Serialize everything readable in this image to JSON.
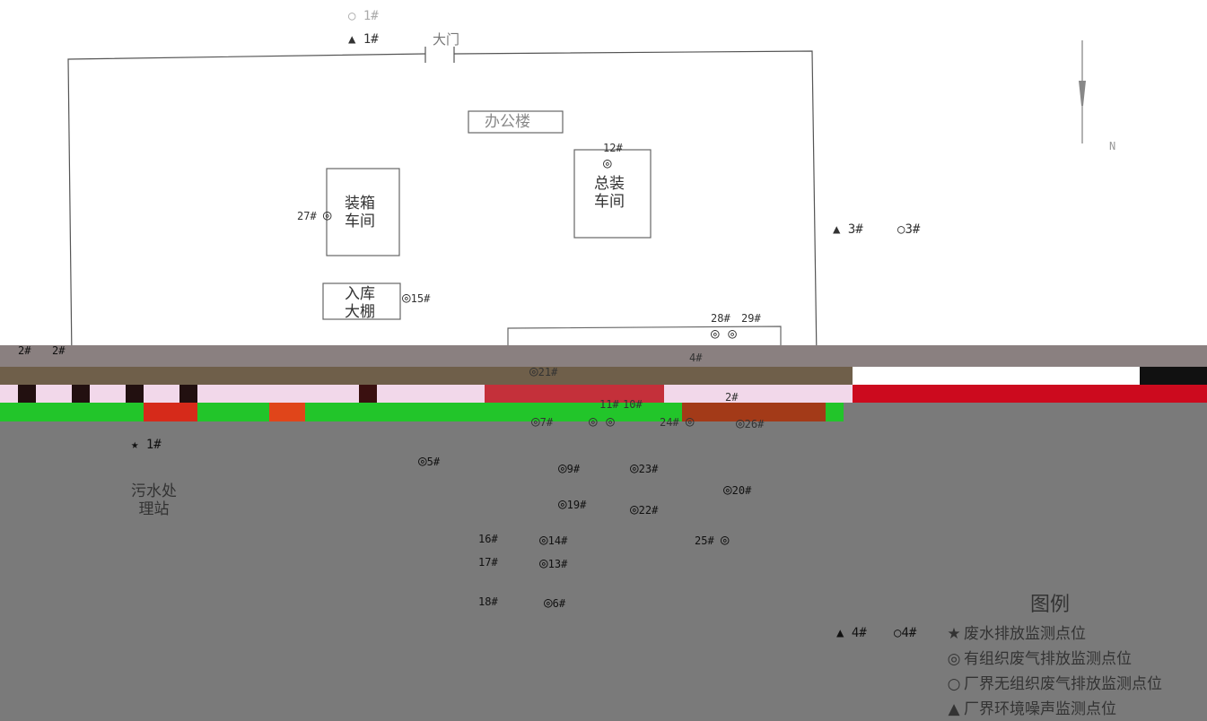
{
  "buildings": {
    "office": "办公楼",
    "assembly": "总装\n车间",
    "packing": "装箱\n车间",
    "warehouse": "入库\n大棚",
    "sewage": "污水处\n理站",
    "gate": "大门"
  },
  "points": {
    "noise_1": "1#",
    "noise_3": "3#",
    "noise_4": "4#",
    "noise_2": "2#",
    "circle_1": "1#",
    "circle_3": "3#",
    "circle_4": "4#",
    "circle_2": "2#",
    "star_1": "1#",
    "p12": "12#",
    "p27": "27#",
    "p15": "15#",
    "p28": "28#",
    "p29": "29#",
    "p21": "21#",
    "p7": "7#",
    "p10": "10#",
    "p11": "11#",
    "p24": "24#",
    "p26": "26#",
    "p5": "5#",
    "p9": "9#",
    "p23": "23#",
    "p20": "20#",
    "p19": "19#",
    "p22": "22#",
    "p16": "16#",
    "p14": "14#",
    "p25": "25#",
    "p17": "17#",
    "p13": "13#",
    "p18": "18#",
    "p6": "6#",
    "p4": "4#",
    "p2": "2#"
  },
  "legend": {
    "title": "图例",
    "items": [
      {
        "symbol": "★",
        "label": "废水排放监测点位"
      },
      {
        "symbol": "◎",
        "label": "有组织废气排放监测点位"
      },
      {
        "symbol": "○",
        "label": "厂界无组织废气排放监测点位"
      },
      {
        "symbol": "▲",
        "label": "厂界环境噪声监测点位"
      }
    ]
  },
  "compass": "N"
}
